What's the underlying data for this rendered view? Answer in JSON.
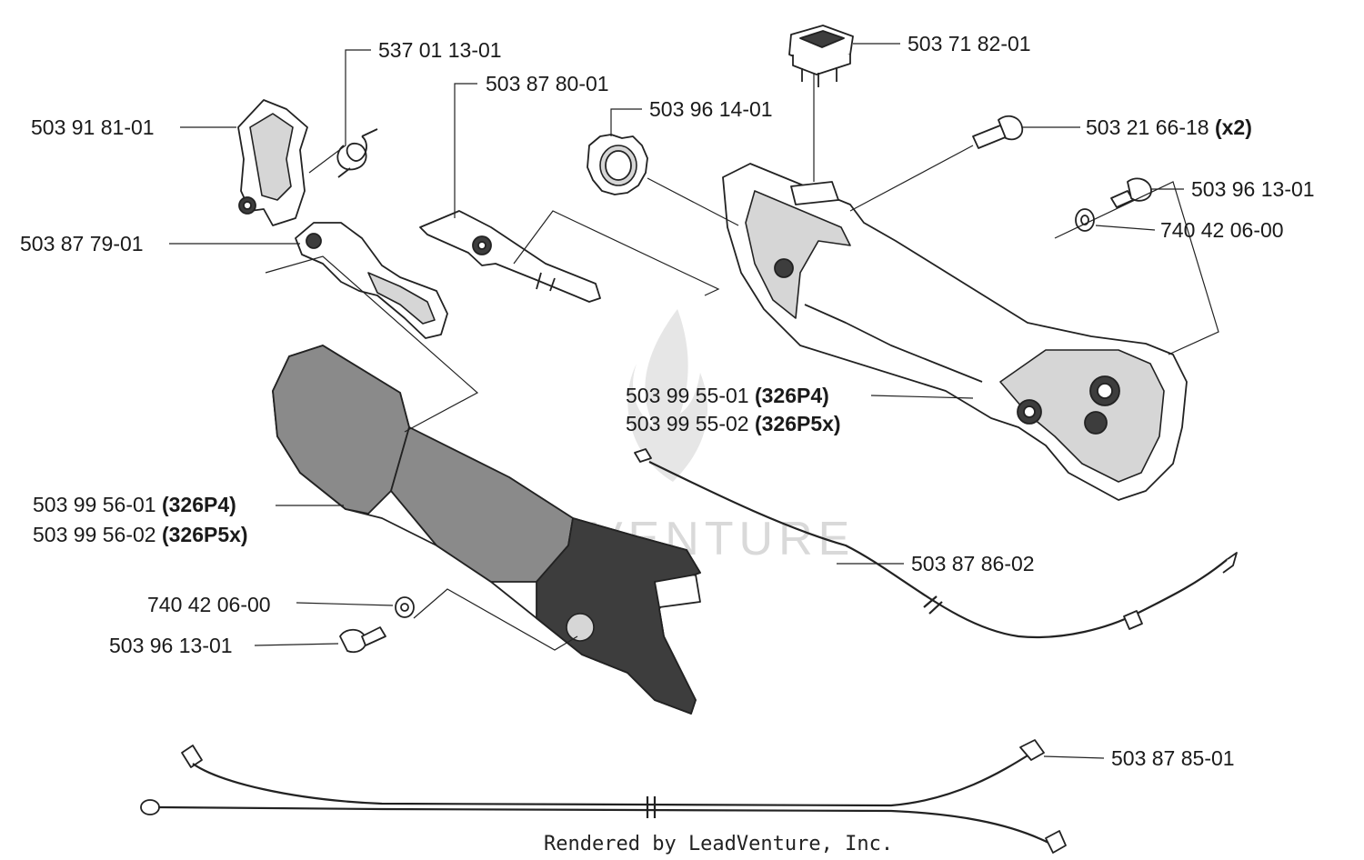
{
  "diagram": {
    "watermark": "LEADVENTURE",
    "footer": "Rendered by LeadVenture, Inc.",
    "callouts": [
      {
        "id": "c1",
        "part": "503 91 81-01",
        "model": ""
      },
      {
        "id": "c2",
        "part": "537 01 13-01",
        "model": ""
      },
      {
        "id": "c3",
        "part": "503 87 80-01",
        "model": ""
      },
      {
        "id": "c4",
        "part": "503 96 14-01",
        "model": ""
      },
      {
        "id": "c5",
        "part": "503 71 82-01",
        "model": ""
      },
      {
        "id": "c6",
        "part": "503 21 66-18",
        "model": "(x2)"
      },
      {
        "id": "c7",
        "part": "503 96 13-01",
        "model": ""
      },
      {
        "id": "c8",
        "part": "740 42 06-00",
        "model": ""
      },
      {
        "id": "c9",
        "part": "503 87 79-01",
        "model": ""
      },
      {
        "id": "c10",
        "part": "503 99 55-01",
        "model": "(326P4)"
      },
      {
        "id": "c11",
        "part": "503 99 55-02",
        "model": "(326P5x)"
      },
      {
        "id": "c12",
        "part": "503 99 56-01",
        "model": "(326P4)"
      },
      {
        "id": "c13",
        "part": "503 99 56-02",
        "model": "(326P5x)"
      },
      {
        "id": "c14",
        "part": "503 87 86-02",
        "model": ""
      },
      {
        "id": "c15",
        "part": "740 42 06-00",
        "model": ""
      },
      {
        "id": "c16",
        "part": "503 96 13-01",
        "model": ""
      },
      {
        "id": "c17",
        "part": "503 87 85-01",
        "model": ""
      }
    ]
  }
}
